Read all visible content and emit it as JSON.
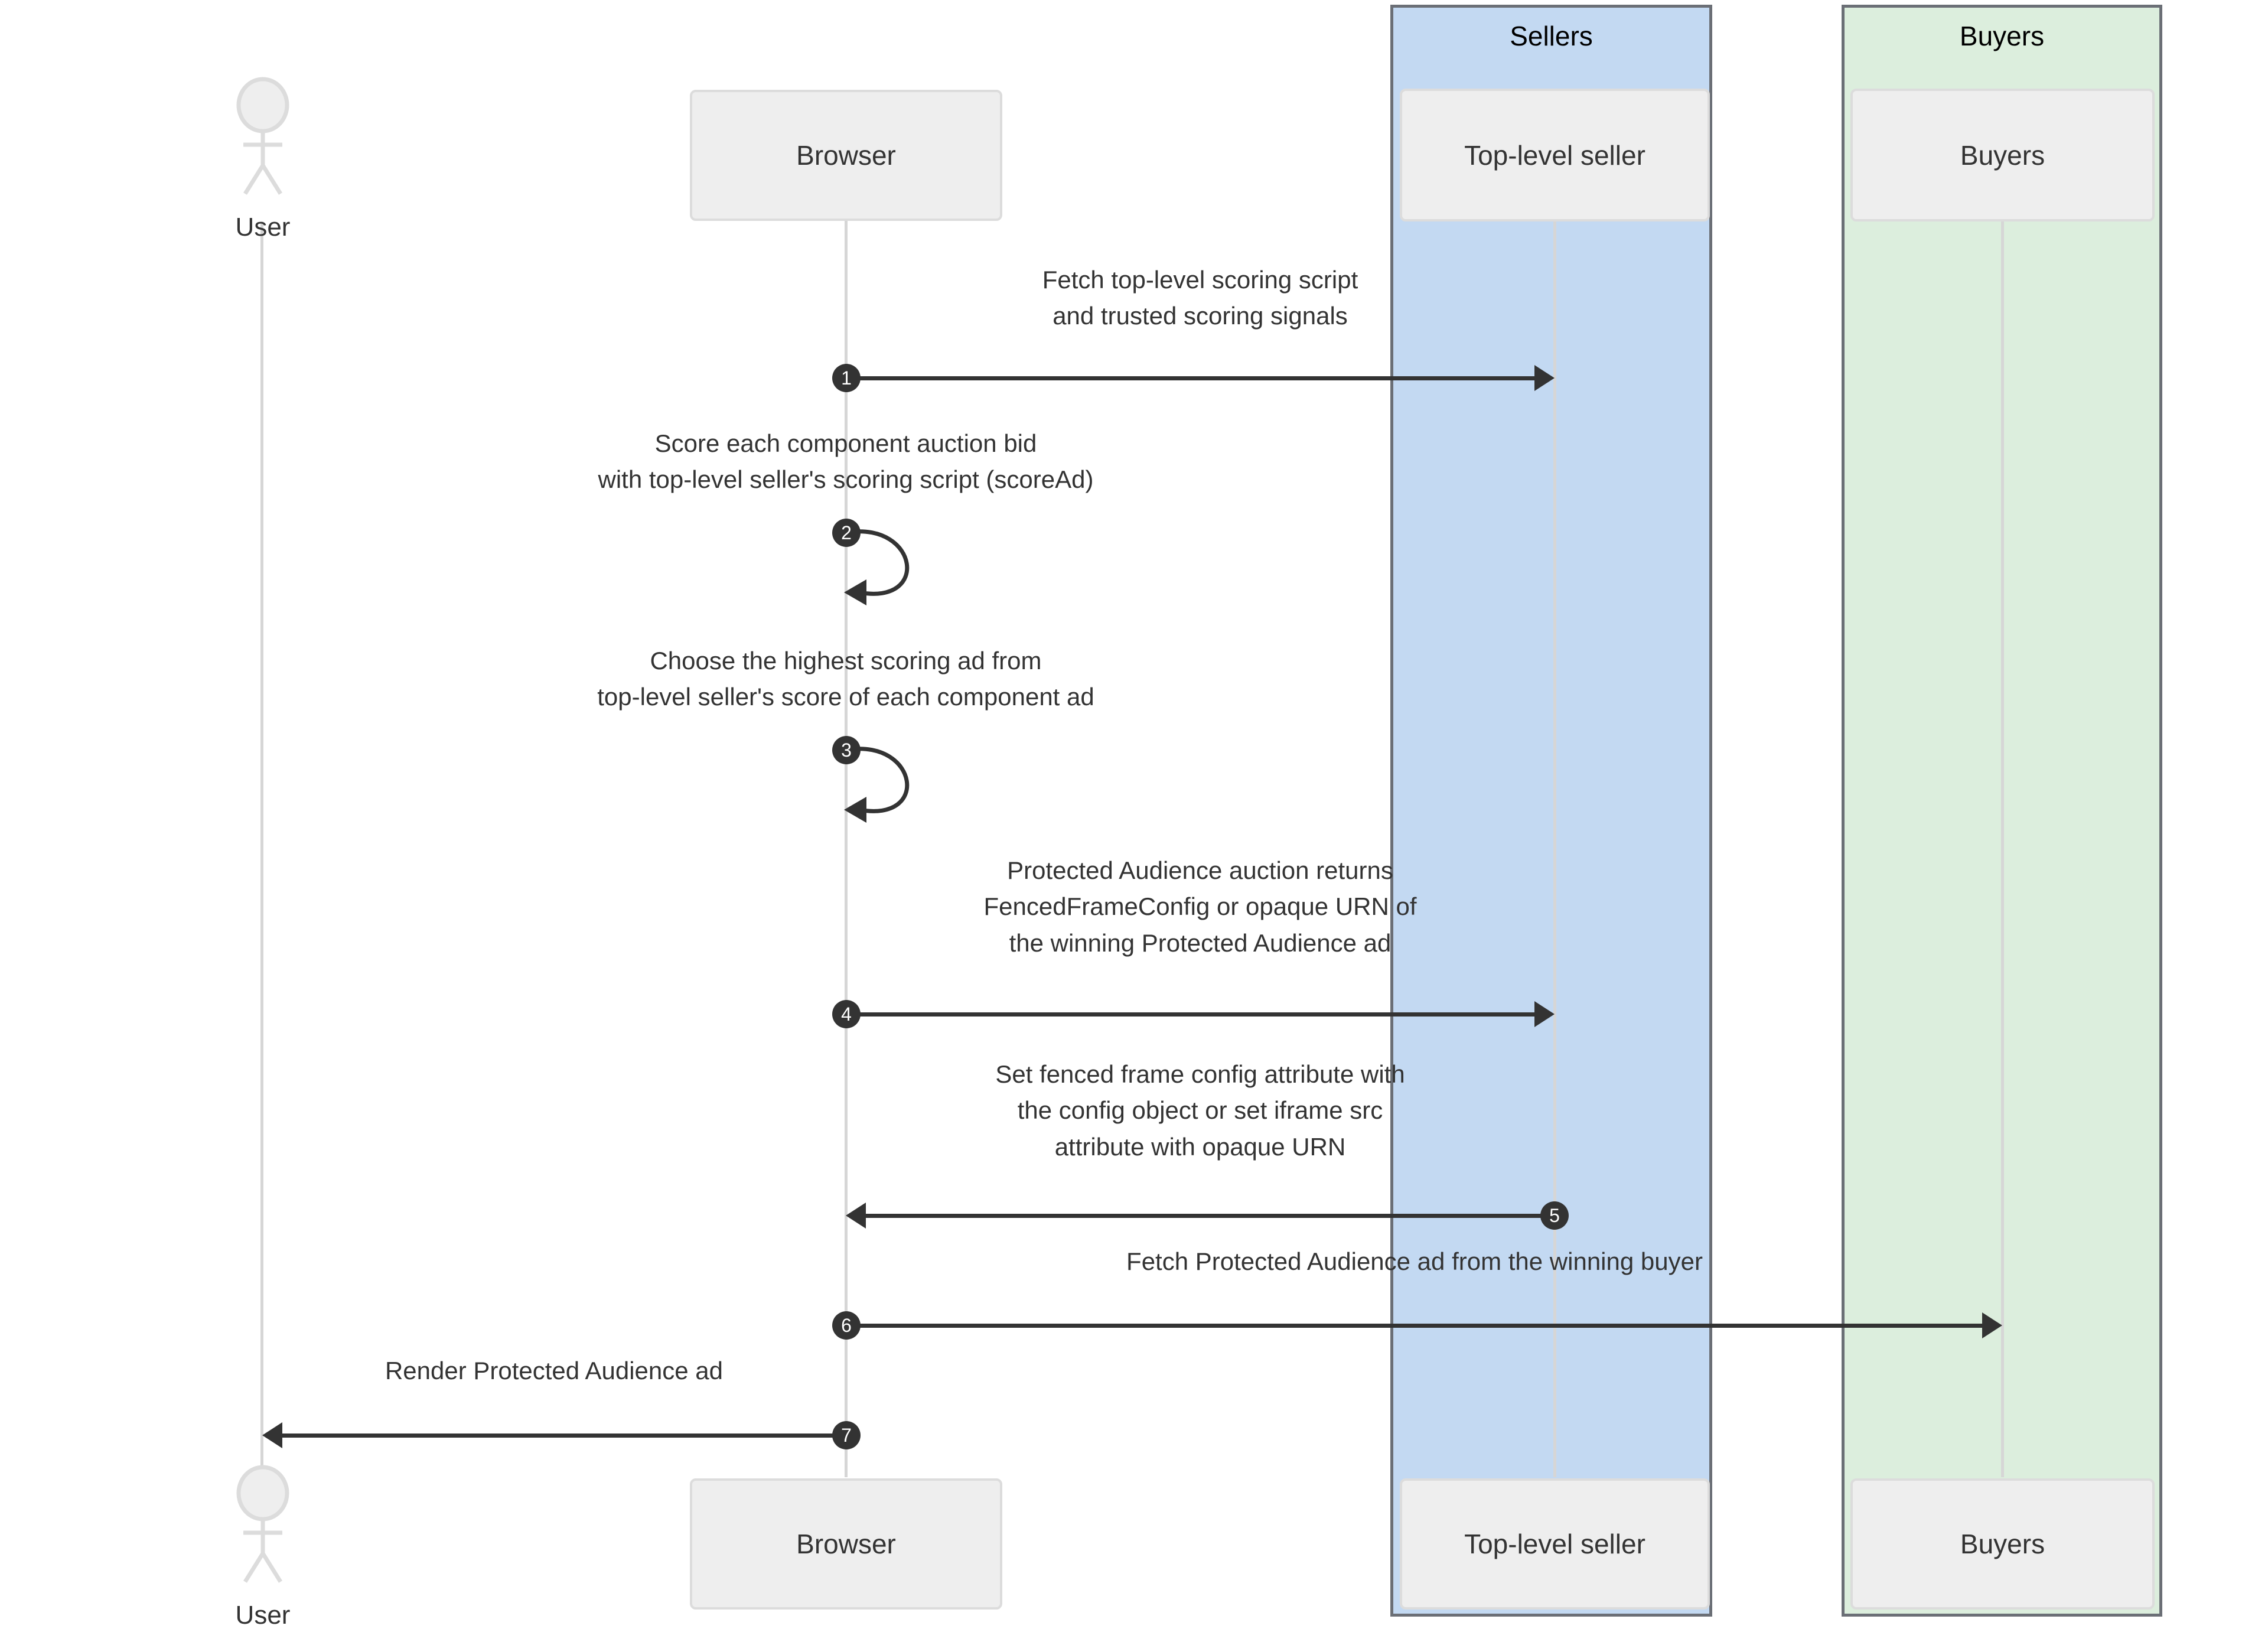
{
  "diagram": {
    "type": "sequence-diagram",
    "title": "Protected Audience multi-seller top-level auction flow",
    "colors": {
      "sellers_group_fill": "#c3d9f2",
      "buyers_group_fill": "#dceedd",
      "group_border": "#6b6f76",
      "participant_fill": "#eeeeee",
      "participant_border": "#dcdcdc",
      "lifeline": "#d6d6d6",
      "arrow": "#333333",
      "badge_fill": "#333333",
      "badge_text": "#ffffff"
    }
  },
  "groups": [
    {
      "id": "sellers",
      "label": "Sellers"
    },
    {
      "id": "buyers",
      "label": "Buyers"
    }
  ],
  "participants": [
    {
      "id": "user",
      "label": "User",
      "kind": "actor"
    },
    {
      "id": "browser",
      "label": "Browser",
      "kind": "box"
    },
    {
      "id": "seller",
      "label": "Top-level seller",
      "kind": "box",
      "group": "sellers"
    },
    {
      "id": "buyers",
      "label": "Buyers",
      "kind": "box",
      "group": "buyers"
    }
  ],
  "messages": [
    {
      "number": "1",
      "from": "browser",
      "to": "seller",
      "direction": "right",
      "kind": "arrow",
      "lines": [
        "Fetch top-level scoring script",
        "and trusted scoring signals"
      ]
    },
    {
      "number": "2",
      "from": "browser",
      "to": "browser",
      "direction": "self",
      "kind": "self-loop",
      "lines": [
        "Score each component auction bid",
        "with top-level seller's scoring script (scoreAd)"
      ]
    },
    {
      "number": "3",
      "from": "browser",
      "to": "browser",
      "direction": "self",
      "kind": "self-loop",
      "lines": [
        "Choose the highest scoring ad from",
        "top-level seller's score of each component ad"
      ]
    },
    {
      "number": "4",
      "from": "browser",
      "to": "seller",
      "direction": "right",
      "kind": "arrow",
      "lines": [
        "Protected Audience auction returns",
        "FencedFrameConfig or opaque URN of",
        "the winning Protected Audience ad"
      ]
    },
    {
      "number": "5",
      "from": "seller",
      "to": "browser",
      "direction": "left",
      "kind": "arrow",
      "lines": [
        "Set fenced frame config attribute with",
        "the config object or set iframe src",
        "attribute with opaque URN"
      ]
    },
    {
      "number": "6",
      "from": "browser",
      "to": "buyers",
      "direction": "right",
      "kind": "arrow",
      "lines": [
        "Fetch Protected Audience ad from the winning buyer"
      ]
    },
    {
      "number": "7",
      "from": "browser",
      "to": "user",
      "direction": "left",
      "kind": "arrow",
      "lines": [
        "Render Protected Audience ad"
      ]
    }
  ]
}
